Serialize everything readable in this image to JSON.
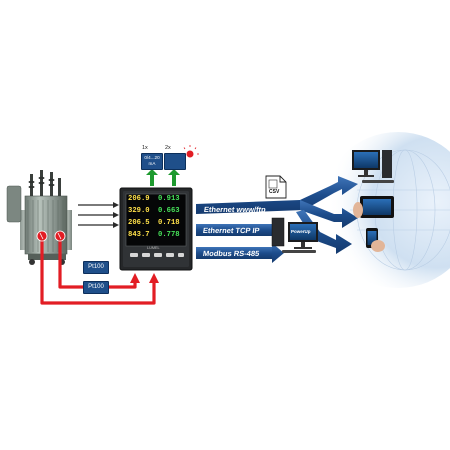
{
  "inputs": {
    "analog_count": "1x",
    "analog_label": "0/4...20 mA",
    "analog_line1": "0/4...20",
    "analog_line2": "mA",
    "relay_count": "2x",
    "relay_icon": "relay-switch-icon",
    "alarm_icon": "alarm-lamp-icon"
  },
  "sensors": {
    "pt100_a": "Pt100",
    "pt100_b": "Pt100"
  },
  "meter": {
    "brand": "LUMEL",
    "left_values": [
      "206.9",
      "329.0",
      "206.5",
      "843.7"
    ],
    "right_values": [
      "0.913",
      "0.663",
      "0.718",
      "0.778"
    ],
    "left_colors": [
      "#ffe14a",
      "#ffe14a",
      "#ffe14a",
      "#ffe14a"
    ],
    "right_colors": [
      "#47e35a",
      "#47e35a",
      "#ffe14a",
      "#47e35a"
    ]
  },
  "links": {
    "ethernet_www": "Ethernet www/ftp",
    "ethernet_tcp": "Ethernet TCP IP",
    "modbus": "Modbus RS-485"
  },
  "software": {
    "file_label": "CSV",
    "monitor_label": "PowerUp"
  },
  "colors": {
    "sensor_line": "#e21d24",
    "arrow_blue": "#1d4d8c",
    "signal_green": "#1e9a2f"
  }
}
